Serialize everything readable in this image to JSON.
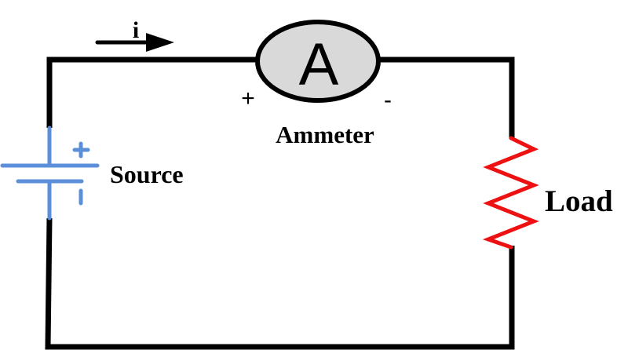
{
  "diagram": {
    "type": "circuit",
    "colors": {
      "wire": "#000000",
      "source": "#5b8fd9",
      "load": "#ee1111",
      "ammeter_fill": "#d9d9d9"
    },
    "current_label": "i",
    "ammeter": {
      "symbol": "A",
      "label": "Ammeter",
      "plus": "+",
      "minus": "-"
    },
    "source": {
      "label": "Source",
      "plus": "+",
      "minus": "-"
    },
    "load": {
      "label": "Load"
    }
  }
}
